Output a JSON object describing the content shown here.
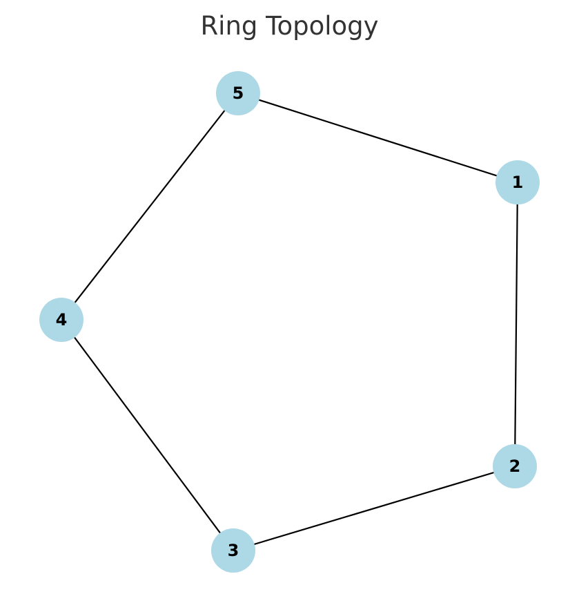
{
  "title": "Ring Topology",
  "colors": {
    "node_fill": "#add8e6",
    "edge": "#000000",
    "label": "#000000"
  },
  "nodes": [
    {
      "id": "1",
      "label": "1"
    },
    {
      "id": "2",
      "label": "2"
    },
    {
      "id": "3",
      "label": "3"
    },
    {
      "id": "4",
      "label": "4"
    },
    {
      "id": "5",
      "label": "5"
    }
  ],
  "edges": [
    {
      "from": "1",
      "to": "2"
    },
    {
      "from": "2",
      "to": "3"
    },
    {
      "from": "3",
      "to": "4"
    },
    {
      "from": "4",
      "to": "5"
    },
    {
      "from": "5",
      "to": "1"
    }
  ]
}
